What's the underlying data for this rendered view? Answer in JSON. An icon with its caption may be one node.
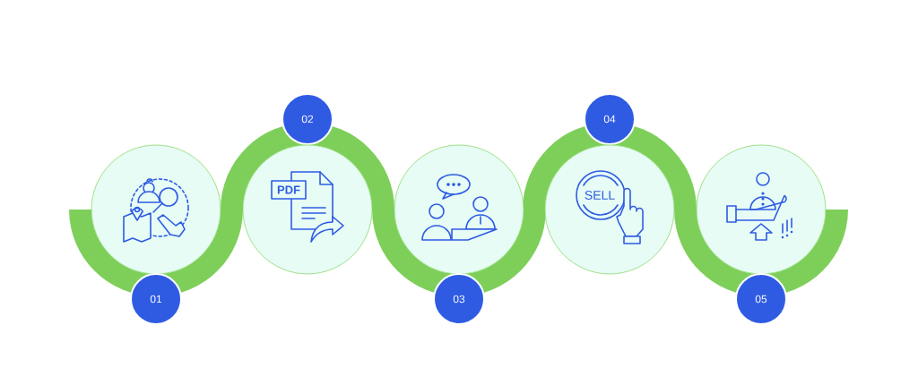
{
  "diagram": {
    "nodes": [
      {
        "text": [],
        "shape": "circle"
      },
      {
        "text": [
          "01"
        ]
      },
      {
        "text": [
          "02"
        ]
      },
      {
        "text": [
          "PDF"
        ]
      },
      {
        "text": [],
        "shape": "circle"
      },
      {
        "text": [
          "03"
        ]
      },
      {
        "text": [
          "04"
        ]
      },
      {
        "text": [
          "SELL"
        ]
      },
      {
        "text": [],
        "shape": "circle"
      },
      {
        "text": [
          "05"
        ]
      }
    ]
  }
}
